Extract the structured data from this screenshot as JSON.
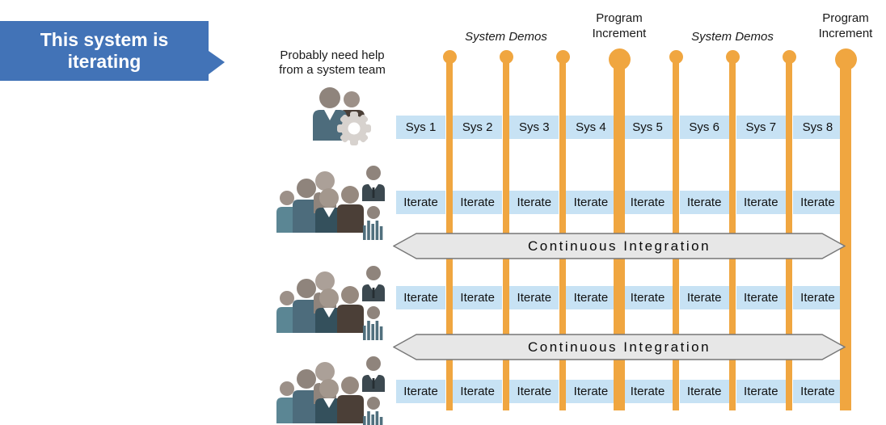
{
  "banner": {
    "line1": "This system is",
    "line2": "iterating",
    "bg_color": "#4273B7",
    "text_color": "#ffffff"
  },
  "note": {
    "line1": "Probably need help",
    "line2": "from a system team"
  },
  "timeline": {
    "line_color": "#F0A640",
    "milestones": [
      {
        "label": "System Demos",
        "style": "italic",
        "marker": "thin-dots"
      },
      {
        "label": "Program Increment",
        "style": "regular",
        "marker": "large-dot"
      },
      {
        "label": "System Demos",
        "style": "italic",
        "marker": "thin-dots"
      },
      {
        "label": "Program Increment",
        "style": "regular",
        "marker": "large-dot"
      }
    ]
  },
  "grid": {
    "cell_bg": "#C7E2F4",
    "sys_row": [
      "Sys 1",
      "Sys 2",
      "Sys 3",
      "Sys 4",
      "Sys 5",
      "Sys 6",
      "Sys 7",
      "Sys 8"
    ],
    "iterate_rows": [
      [
        "Iterate",
        "Iterate",
        "Iterate",
        "Iterate",
        "Iterate",
        "Iterate",
        "Iterate",
        "Iterate"
      ],
      [
        "Iterate",
        "Iterate",
        "Iterate",
        "Iterate",
        "Iterate",
        "Iterate",
        "Iterate",
        "Iterate"
      ],
      [
        "Iterate",
        "Iterate",
        "Iterate",
        "Iterate",
        "Iterate",
        "Iterate",
        "Iterate",
        "Iterate"
      ]
    ]
  },
  "ci": {
    "label": "Continuous Integration",
    "fill": "#E7E7E7",
    "border": "#777777"
  },
  "icons": {
    "system_team": "two-people-with-gear",
    "team": "crowd-of-five-people",
    "product_owner": "person-in-suit",
    "stakeholder": "person-striped-shirt"
  }
}
